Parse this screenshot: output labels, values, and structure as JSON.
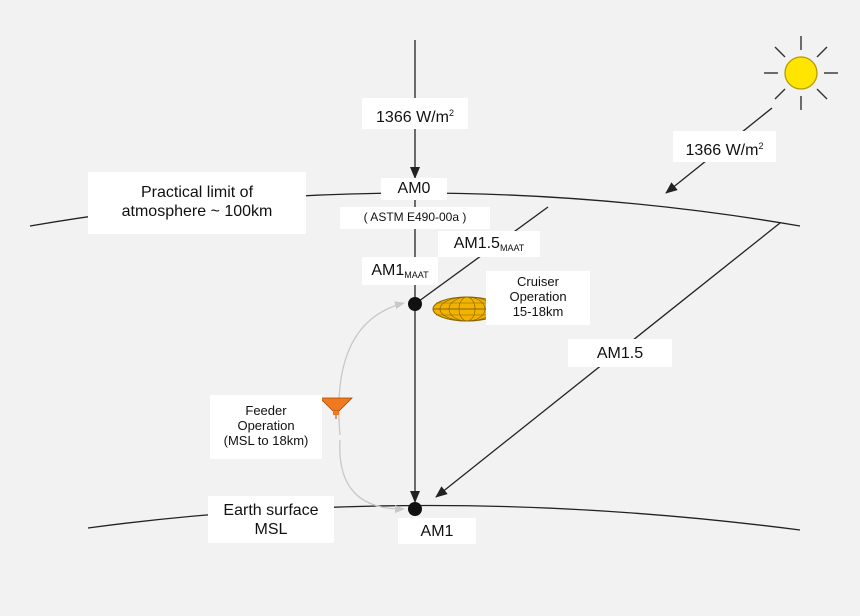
{
  "labels": {
    "top_irradiance_value": "1366 W/m",
    "top_irradiance_exp": "2",
    "slant_irradiance_value": "1366 W/m",
    "slant_irradiance_exp": "2",
    "atmosphere_limit_line1": "Practical limit of",
    "atmosphere_limit_line2": "atmosphere ~ 100km",
    "am0": "AM0",
    "astm": "( ASTM E490-00a )",
    "am15_maat_main": "AM1.5",
    "am15_maat_sub": "MAAT",
    "am1_maat_main": "AM1",
    "am1_maat_sub": "MAAT",
    "cruiser_line1": "Cruiser",
    "cruiser_line2": "Operation",
    "cruiser_line3": "15-18km",
    "am15": "AM1.5",
    "feeder_line1": "Feeder",
    "feeder_line2": "Operation",
    "feeder_line3": "(MSL to 18km)",
    "earth_line1": "Earth surface",
    "earth_line2": "MSL",
    "am1": "AM1"
  },
  "icons": {
    "sun": "sun-icon",
    "cruiser": "cruiser-aircraft-icon",
    "feeder": "feeder-aircraft-icon"
  },
  "colors": {
    "sun_fill": "#FFE500",
    "sun_stroke": "#b59a00",
    "cruiser_fill": "#F2B300",
    "feeder_fill": "#F07820",
    "line": "#222222",
    "curve": "#c8c8c8"
  }
}
